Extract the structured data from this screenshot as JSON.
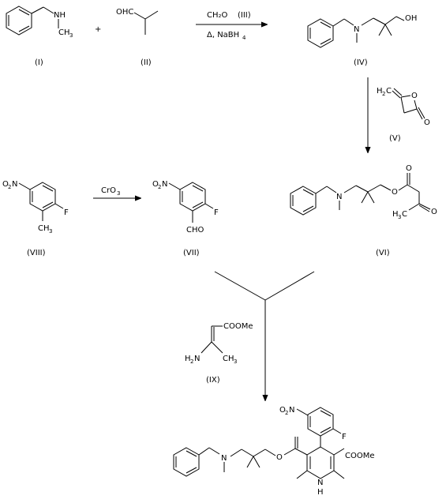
{
  "compounds": {
    "c1": {
      "label": "(I)",
      "atoms": {
        "nh": "NH",
        "me": "CH"
      },
      "subs": {
        "me": "3"
      }
    },
    "c2": {
      "label": "(II)",
      "atoms": {
        "cho": "OHC"
      }
    },
    "c4": {
      "label": "(IV)",
      "atoms": {
        "n": "N",
        "oh": "OH"
      }
    },
    "c5": {
      "label": "(V)",
      "atoms": {
        "h2c": "H",
        "o": "O",
        "co": "O"
      },
      "subs": {
        "h2c": "2",
        "c": "C"
      }
    },
    "c6": {
      "label": "(VI)",
      "atoms": {
        "n": "N",
        "o1": "O",
        "o2": "O",
        "o3": "O",
        "h3c": "H"
      },
      "subs": {
        "h3c": "3",
        "c": "C"
      }
    },
    "c7": {
      "label": "(VII)",
      "atoms": {
        "no2": "O",
        "f": "F",
        "cho": "CHO"
      },
      "subs": {
        "no2a": "2",
        "no2b": "N"
      }
    },
    "c8": {
      "label": "(VIII)",
      "atoms": {
        "no2": "O",
        "f": "F",
        "ch3": "CH"
      },
      "subs": {
        "no2a": "2",
        "no2b": "N",
        "ch3": "3"
      }
    },
    "c9": {
      "label": "(IX)",
      "atoms": {
        "coome": "COOMe",
        "h2n": "H",
        "ch3": "CH"
      },
      "subs": {
        "h2n": "2",
        "n": "N",
        "ch3": "3"
      }
    },
    "prod": {
      "atoms": {
        "no2": "O",
        "f": "F",
        "o1": "O",
        "coome": "COOMe",
        "n": "N",
        "nh": "N",
        "h": "H"
      },
      "subs": {
        "no2a": "2",
        "no2b": "N"
      }
    }
  },
  "reagents": {
    "step1_top": "CH₂O",
    "step1_top_ref": "(III)",
    "step1_bottom": "Δ, NaBH",
    "step1_bottom_sub": "4",
    "ox": "CrO",
    "ox_sub": "3"
  },
  "plus": "+"
}
